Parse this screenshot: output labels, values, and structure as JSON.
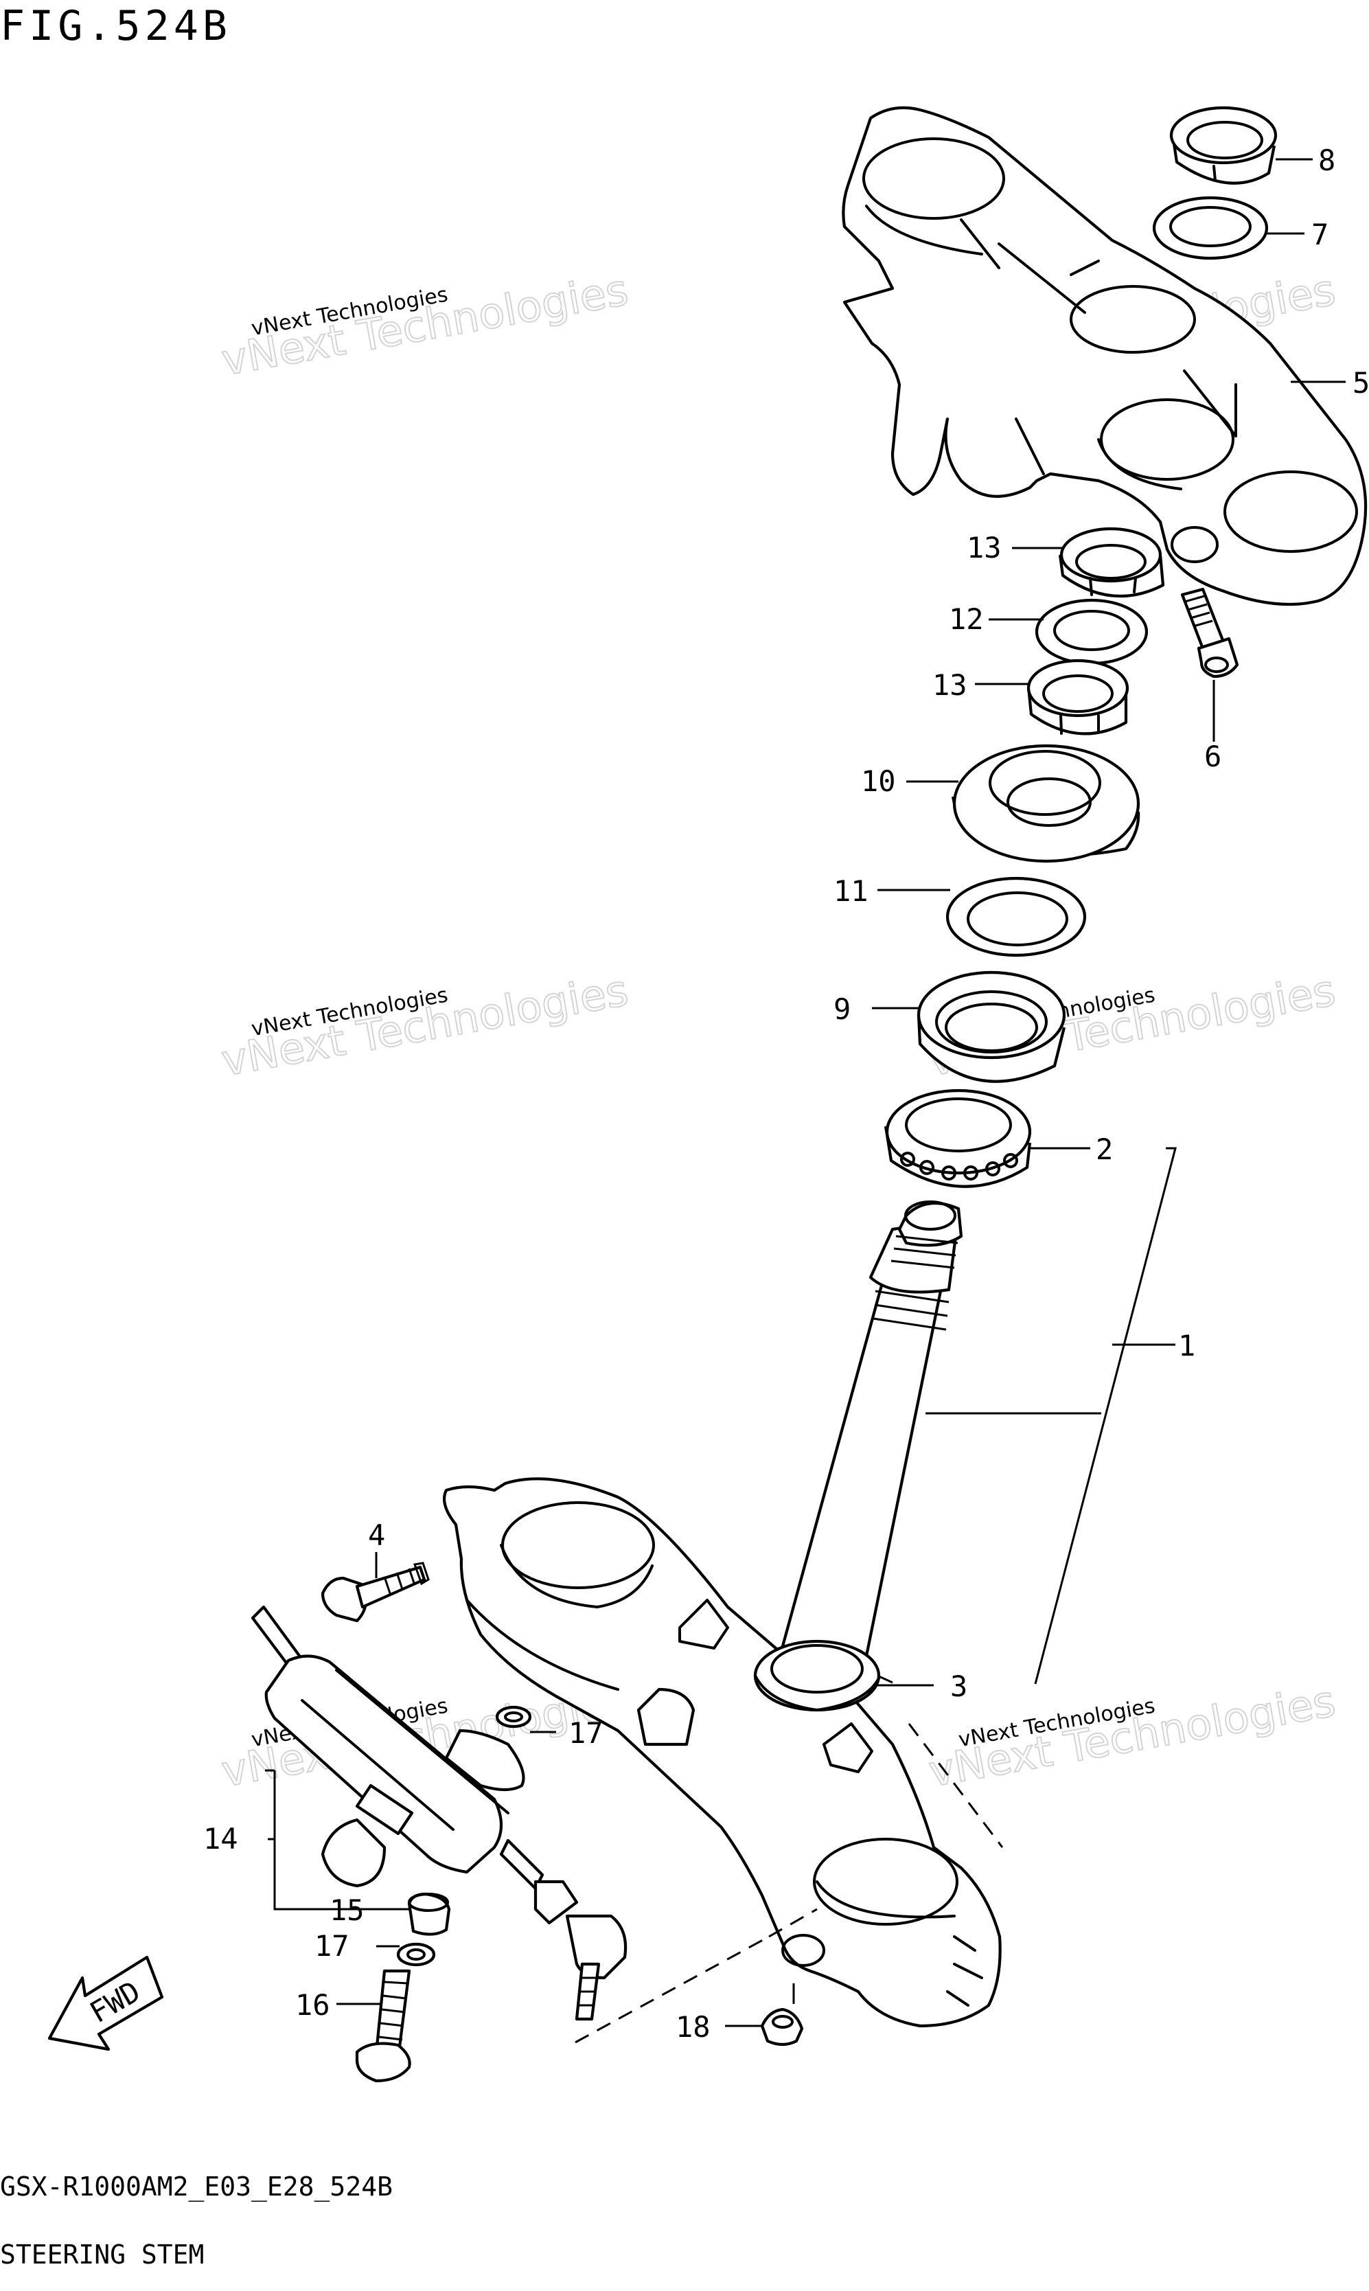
{
  "figure": {
    "title": "FIG.524B"
  },
  "footer": {
    "model_code": "GSX-R1000AM2_E03_E28_524B",
    "section_name": "STEERING STEM"
  },
  "watermark": {
    "line1": "vNext Technologies",
    "line2": "vNext Technologies"
  },
  "callouts": {
    "c1": "1",
    "c2": "2",
    "c3": "3",
    "c4": "4",
    "c5": "5",
    "c6": "6",
    "c7": "7",
    "c8": "8",
    "c9": "9",
    "c10": "10",
    "c11": "11",
    "c12": "12",
    "c13a": "13",
    "c13b": "13",
    "c14": "14",
    "c15": "15",
    "c16": "16",
    "c17a": "17",
    "c17b": "17",
    "c18": "18"
  },
  "fwd_arrow": {
    "label": "FWD"
  }
}
